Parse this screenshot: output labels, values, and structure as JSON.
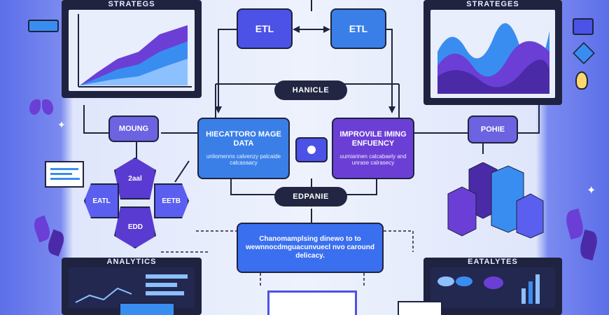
{
  "monitors": {
    "top_left_label": "STRATEGS",
    "top_right_label": "STRATEGES",
    "bottom_left_label": "ANALYTICS",
    "bottom_right_label": "EATALYTES"
  },
  "flow": {
    "etl_left": "ETL",
    "etl_right": "ETL",
    "handle_pill": "HANICLE",
    "explore_pill": "EDPANIE",
    "left_side_box": "MOUNG",
    "right_side_box": "POHIE",
    "left_center_title": "HIECATTORO MAGE DATA",
    "left_center_sub": "unliomenns calvenzy palcaide calcasaacy",
    "right_center_title": "IMPROVILE IMING ENFUENCY",
    "right_center_sub": "uumiarinen calcabaely and unrase calrasecy",
    "bottom_box": "Chanomamplsing dinewo to to wewnnocdmguacunvuecl nvo caround delicacy.",
    "hex_top": "2aal",
    "hex_bottom": "EDD",
    "tag_left": "EATL",
    "tag_right": "EETB"
  },
  "colors": {
    "accent": "#4c52e6",
    "dark": "#1f2340",
    "sky": "#3a8df0"
  }
}
